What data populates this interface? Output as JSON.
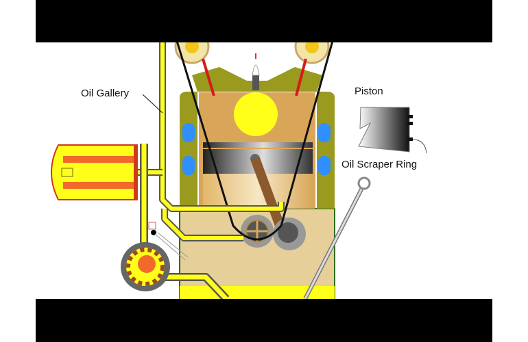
{
  "labels": {
    "oil_gallery": "Oil Gallery",
    "piston": "Piston",
    "oil_scraper_ring": "Oil Scraper Ring"
  },
  "colors": {
    "oil": "#ffff1a",
    "block": "#999a1e",
    "crankcase": "#e6cf99",
    "coolant": "#2f8fff",
    "filter_element": "#f26a2a",
    "letterbox": "#000000"
  }
}
